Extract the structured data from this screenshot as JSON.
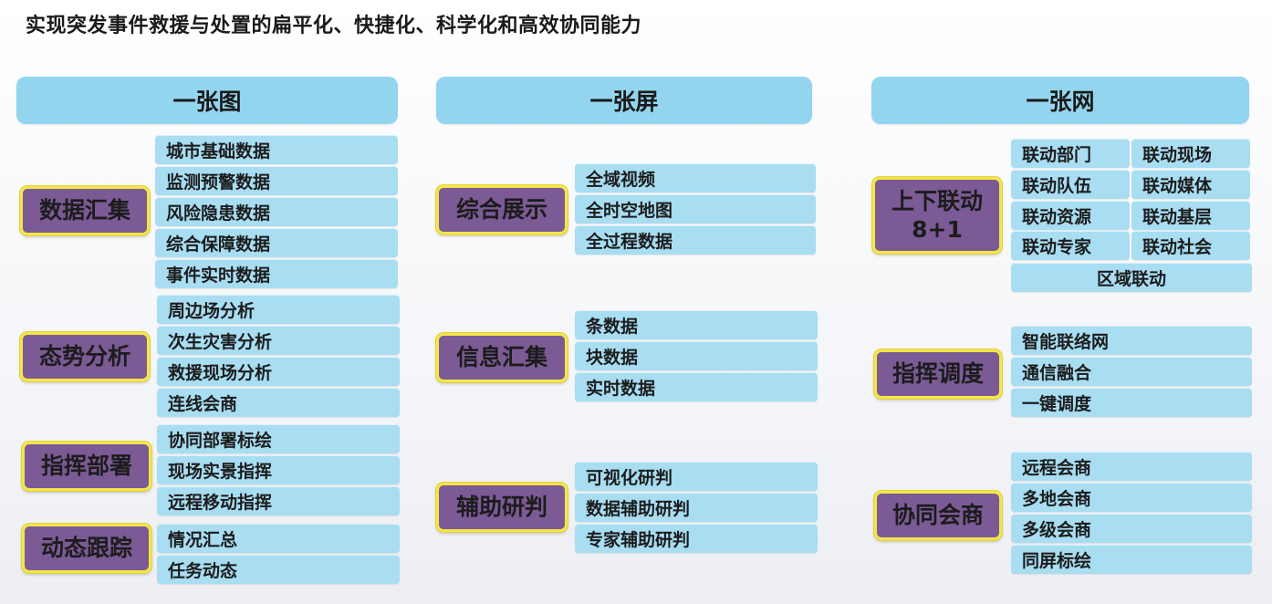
{
  "title": "实现突发事件救援与处置的扁平化、快捷化、科学化和高效协同能力",
  "columns": [
    {
      "header": "一张图",
      "groups": [
        {
          "label": "数据汇集",
          "items": [
            "城市基础数据",
            "监测预警数据",
            "风险隐患数据",
            "综合保障数据",
            "事件实时数据"
          ]
        },
        {
          "label": "态势分析",
          "items": [
            "周边场分析",
            "次生灾害分析",
            "救援现场分析",
            "连线会商"
          ]
        },
        {
          "label": "指挥部署",
          "items": [
            "协同部署标绘",
            "现场实景指挥",
            "远程移动指挥"
          ]
        },
        {
          "label": "动态跟踪",
          "items": [
            "情况汇总",
            "任务动态"
          ]
        }
      ]
    },
    {
      "header": "一张屏",
      "groups": [
        {
          "label": "综合展示",
          "items": [
            "全域视频",
            "全时空地图",
            "全过程数据"
          ]
        },
        {
          "label": "信息汇集",
          "items": [
            "条数据",
            "块数据",
            "实时数据"
          ]
        },
        {
          "label": "辅助研判",
          "items": [
            "可视化研判",
            "数据辅助研判",
            "专家辅助研判"
          ]
        }
      ]
    },
    {
      "header": "一张网",
      "groups": [
        {
          "label": "上下联动",
          "label2": "8+1",
          "items": [
            "联动部门",
            "联动现场",
            "联动队伍",
            "联动媒体",
            "联动资源",
            "联动基层",
            "联动专家",
            "联动社会",
            "区域联动"
          ]
        },
        {
          "label": "指挥调度",
          "items": [
            "智能联络网",
            "通信融合",
            "一键调度"
          ]
        },
        {
          "label": "协同会商",
          "items": [
            "远程会商",
            "多地会商",
            "多级会商",
            "同屏标绘"
          ]
        }
      ]
    }
  ]
}
